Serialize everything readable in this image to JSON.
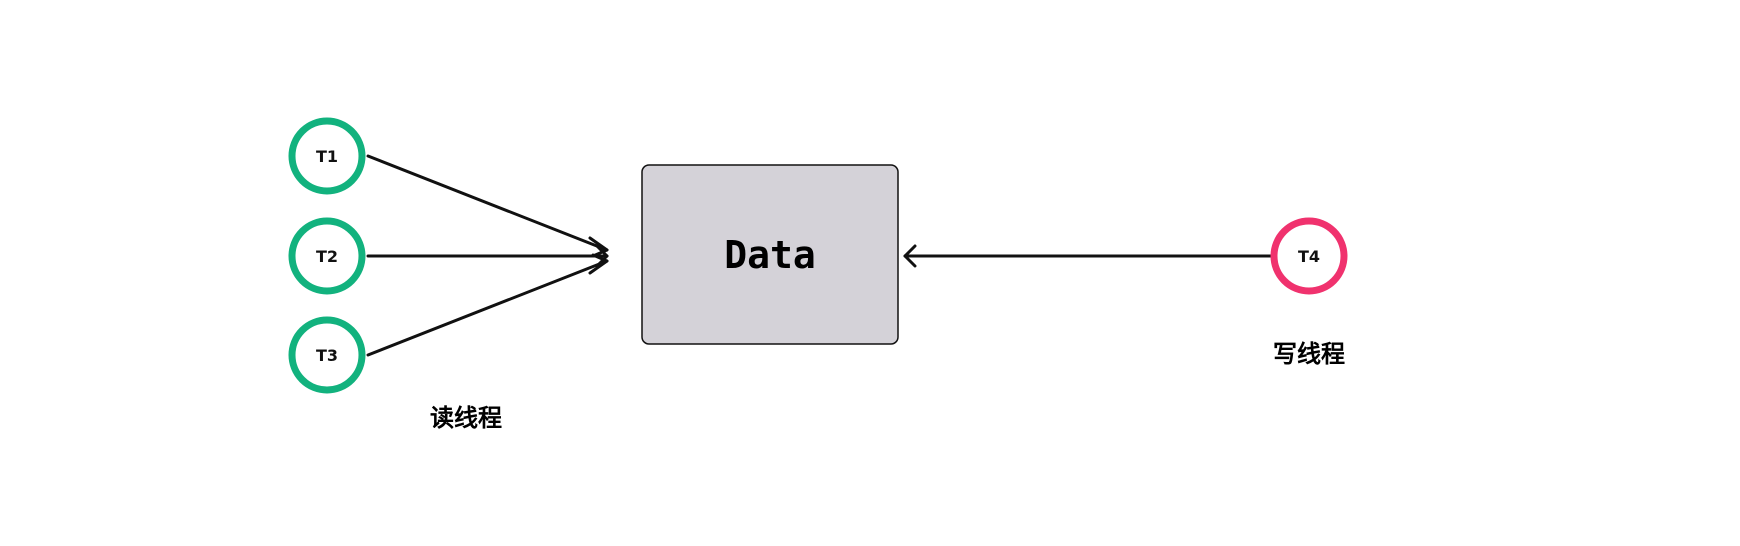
{
  "diagram": {
    "data_box": {
      "label": "Data",
      "fill": "#d4d2d8",
      "stroke": "#111111"
    },
    "reader_threads": [
      {
        "label": "T1",
        "color": "#12b27e"
      },
      {
        "label": "T2",
        "color": "#12b27e"
      },
      {
        "label": "T3",
        "color": "#12b27e"
      }
    ],
    "writer_threads": [
      {
        "label": "T4",
        "color": "#f0326e"
      }
    ],
    "reader_caption": "读线程",
    "writer_caption": "写线程",
    "arrow_color": "#111111"
  }
}
